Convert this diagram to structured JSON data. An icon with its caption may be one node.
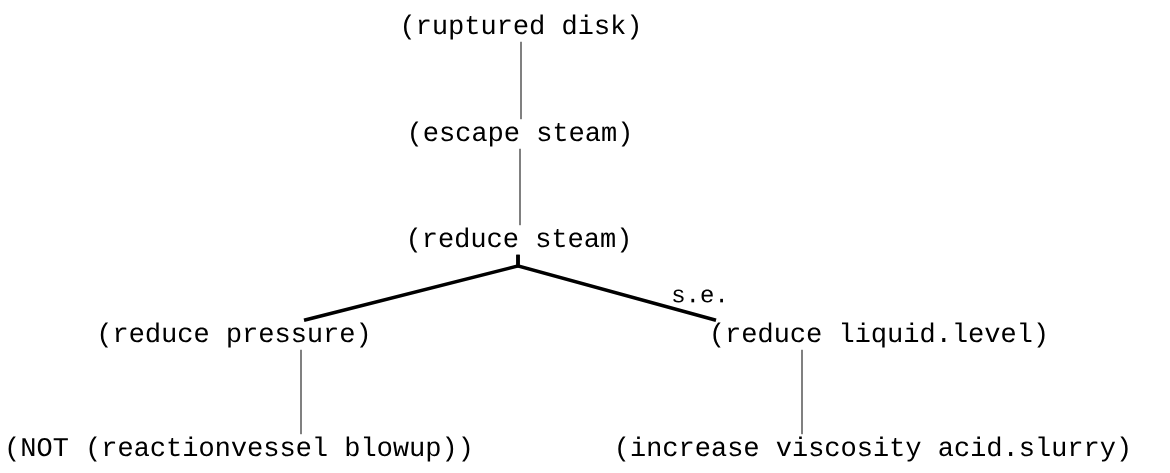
{
  "diagram": {
    "nodes": [
      {
        "text": [
          "(ruptured disk)"
        ]
      },
      {
        "text": [
          "(escape steam)"
        ]
      },
      {
        "text": [
          "(reduce steam)"
        ]
      },
      {
        "text": [
          "(reduce pressure)"
        ]
      },
      {
        "text": [
          "(reduce liquid.level)"
        ]
      },
      {
        "text": [
          "(NOT (reactionvessel blowup))"
        ]
      },
      {
        "text": [
          "(increase viscosity acid.slurry)"
        ]
      }
    ],
    "edges": [
      {
        "from": 0,
        "to": 1,
        "arrow": "none"
      },
      {
        "from": 1,
        "to": 2,
        "arrow": "none"
      },
      {
        "from": 2,
        "to": 3,
        "arrow": "none",
        "style": "thick"
      },
      {
        "from": 2,
        "to": 4,
        "arrow": "none",
        "style": "thick",
        "label": "s.e."
      },
      {
        "from": 3,
        "to": 5,
        "arrow": "none"
      },
      {
        "from": 4,
        "to": 6,
        "arrow": "none"
      }
    ]
  }
}
